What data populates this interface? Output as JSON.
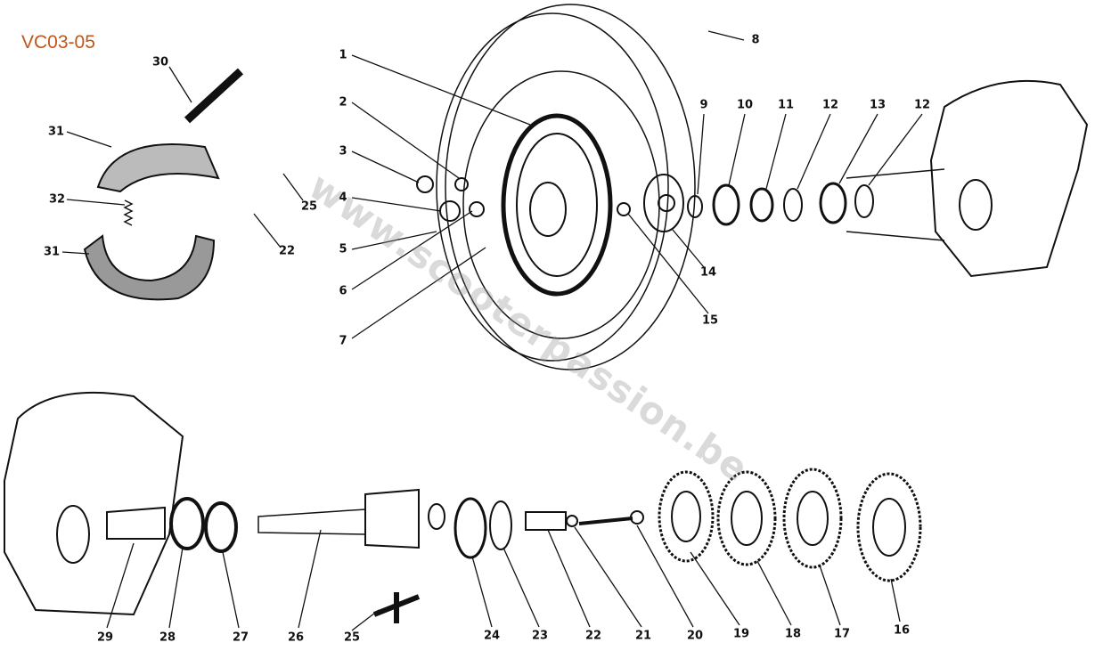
{
  "title": "VC03-05",
  "watermark": "www.scooterpassion.be",
  "labels_top_left": [
    "30",
    "31",
    "32",
    "31",
    "25",
    "22"
  ],
  "labels_top": [
    "1",
    "2",
    "3",
    "4",
    "5",
    "6",
    "7",
    "8",
    "9",
    "10",
    "11",
    "12",
    "13",
    "12",
    "14",
    "15"
  ],
  "labels_bottom": [
    "29",
    "28",
    "27",
    "26",
    "25",
    "24",
    "23",
    "22",
    "21",
    "20",
    "19",
    "18",
    "17",
    "16"
  ]
}
